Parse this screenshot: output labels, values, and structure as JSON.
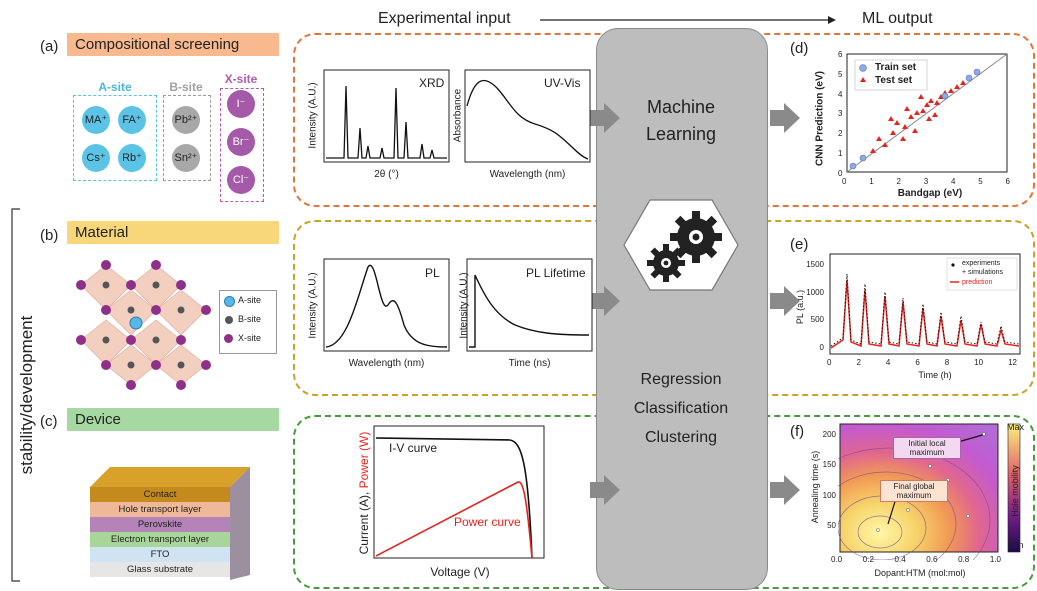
{
  "header": {
    "experimental_input": "Experimental input",
    "ml_output": "ML output"
  },
  "panels": {
    "a": {
      "letter": "(a)",
      "title": "Compositional screening",
      "color": "#f7b98d"
    },
    "b": {
      "letter": "(b)",
      "title": "Material",
      "color": "#f7d779"
    },
    "c": {
      "letter": "(c)",
      "title": "Device",
      "color": "#a6d9a2"
    }
  },
  "side_label": "stability/development",
  "composition": {
    "a_site": {
      "title": "A-site",
      "ions": [
        "MA⁺",
        "FA⁺",
        "Cs⁺",
        "Rb⁺"
      ]
    },
    "b_site": {
      "title": "B-site",
      "ions": [
        "Pb²⁺",
        "Sn²⁺"
      ]
    },
    "x_site": {
      "title": "X-site",
      "ions": [
        "I⁻",
        "Br⁻",
        "Cl⁻"
      ]
    }
  },
  "material_legend": [
    "A-site",
    "B-site",
    "X-site"
  ],
  "device_layers": [
    "Contact",
    "Hole transport layer",
    "Perovskite",
    "Electron transport layer",
    "FTO",
    "Glass substrate"
  ],
  "inputs": {
    "xrd": {
      "title": "XRD",
      "ylabel": "Intensity (A.U.)",
      "xlabel": "2θ (°)"
    },
    "uvvis": {
      "title": "UV-Vis",
      "ylabel": "Absorbance",
      "xlabel": "Wavelength (nm)"
    },
    "pl": {
      "title": "PL",
      "ylabel": "Intensity (A.U.)",
      "xlabel": "Wavelength (nm)"
    },
    "pl_lifetime": {
      "title": "PL Lifetime",
      "ylabel": "Intensity (A.U.)",
      "xlabel": "Time (ns)"
    },
    "iv": {
      "curve_label": "I-V curve",
      "power_label": "Power curve",
      "ylabel_current": "Current (A),",
      "ylabel_power": "Power (W)",
      "xlabel": "Voltage (V)"
    }
  },
  "center": {
    "line1": "Machine",
    "line2": "Learning",
    "methods": [
      "Regression",
      "Classification",
      "Clustering"
    ]
  },
  "outputs": {
    "d": {
      "letter": "(d)",
      "xlabel": "Bandgap (eV)",
      "ylabel": "CNN Prediction (eV)",
      "legend": [
        "Train set",
        "Test set"
      ],
      "xticks": [
        "0",
        "1",
        "2",
        "3",
        "4",
        "5",
        "6"
      ],
      "yticks": [
        "0",
        "1",
        "2",
        "3",
        "4",
        "5",
        "6"
      ]
    },
    "e": {
      "letter": "(e)",
      "xlabel": "Time (h)",
      "ylabel": "PL (a.u.)",
      "legend": [
        "experiments",
        "+ simulations",
        "prediction"
      ],
      "xticks": [
        "0",
        "2",
        "4",
        "6",
        "8",
        "10",
        "12"
      ],
      "yticks": [
        "0",
        "500",
        "1000",
        "1500"
      ]
    },
    "f": {
      "letter": "(f)",
      "xlabel": "Dopant:HTM (mol:mol)",
      "ylabel": "Annealing time (s)",
      "cbar_label": "Hole mobility",
      "cbar_max": "Max",
      "cbar_min": "Min",
      "ann1": [
        "Initial local",
        "maximum"
      ],
      "ann2": [
        "Final global",
        "maximum"
      ],
      "xticks": [
        "0.0",
        "0.2",
        "0.4",
        "0.6",
        "0.8",
        "1.0"
      ],
      "yticks": [
        "50",
        "100",
        "150",
        "200"
      ]
    }
  },
  "colors": {
    "orange_border": "#e0763a",
    "yellow_border": "#c9a227",
    "green_border": "#4a9a3f",
    "test_red": "#e8231f",
    "train_blue": "#8fa8e6"
  }
}
